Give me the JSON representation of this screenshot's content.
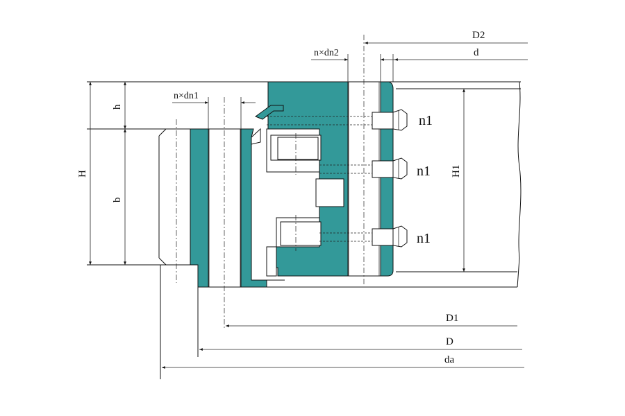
{
  "drawing": {
    "fill_color": "#339999",
    "line_color": "#111111"
  },
  "labels": {
    "D2": "D2",
    "d": "d",
    "n_dn2": "n×dn2",
    "n_dn1": "n×dn1",
    "h": "h",
    "H": "H",
    "b": "b",
    "H1": "H1",
    "n1_top": "n1",
    "n1_mid": "n1",
    "n1_bot": "n1",
    "D1": "D1",
    "D": "D",
    "da": "da"
  }
}
